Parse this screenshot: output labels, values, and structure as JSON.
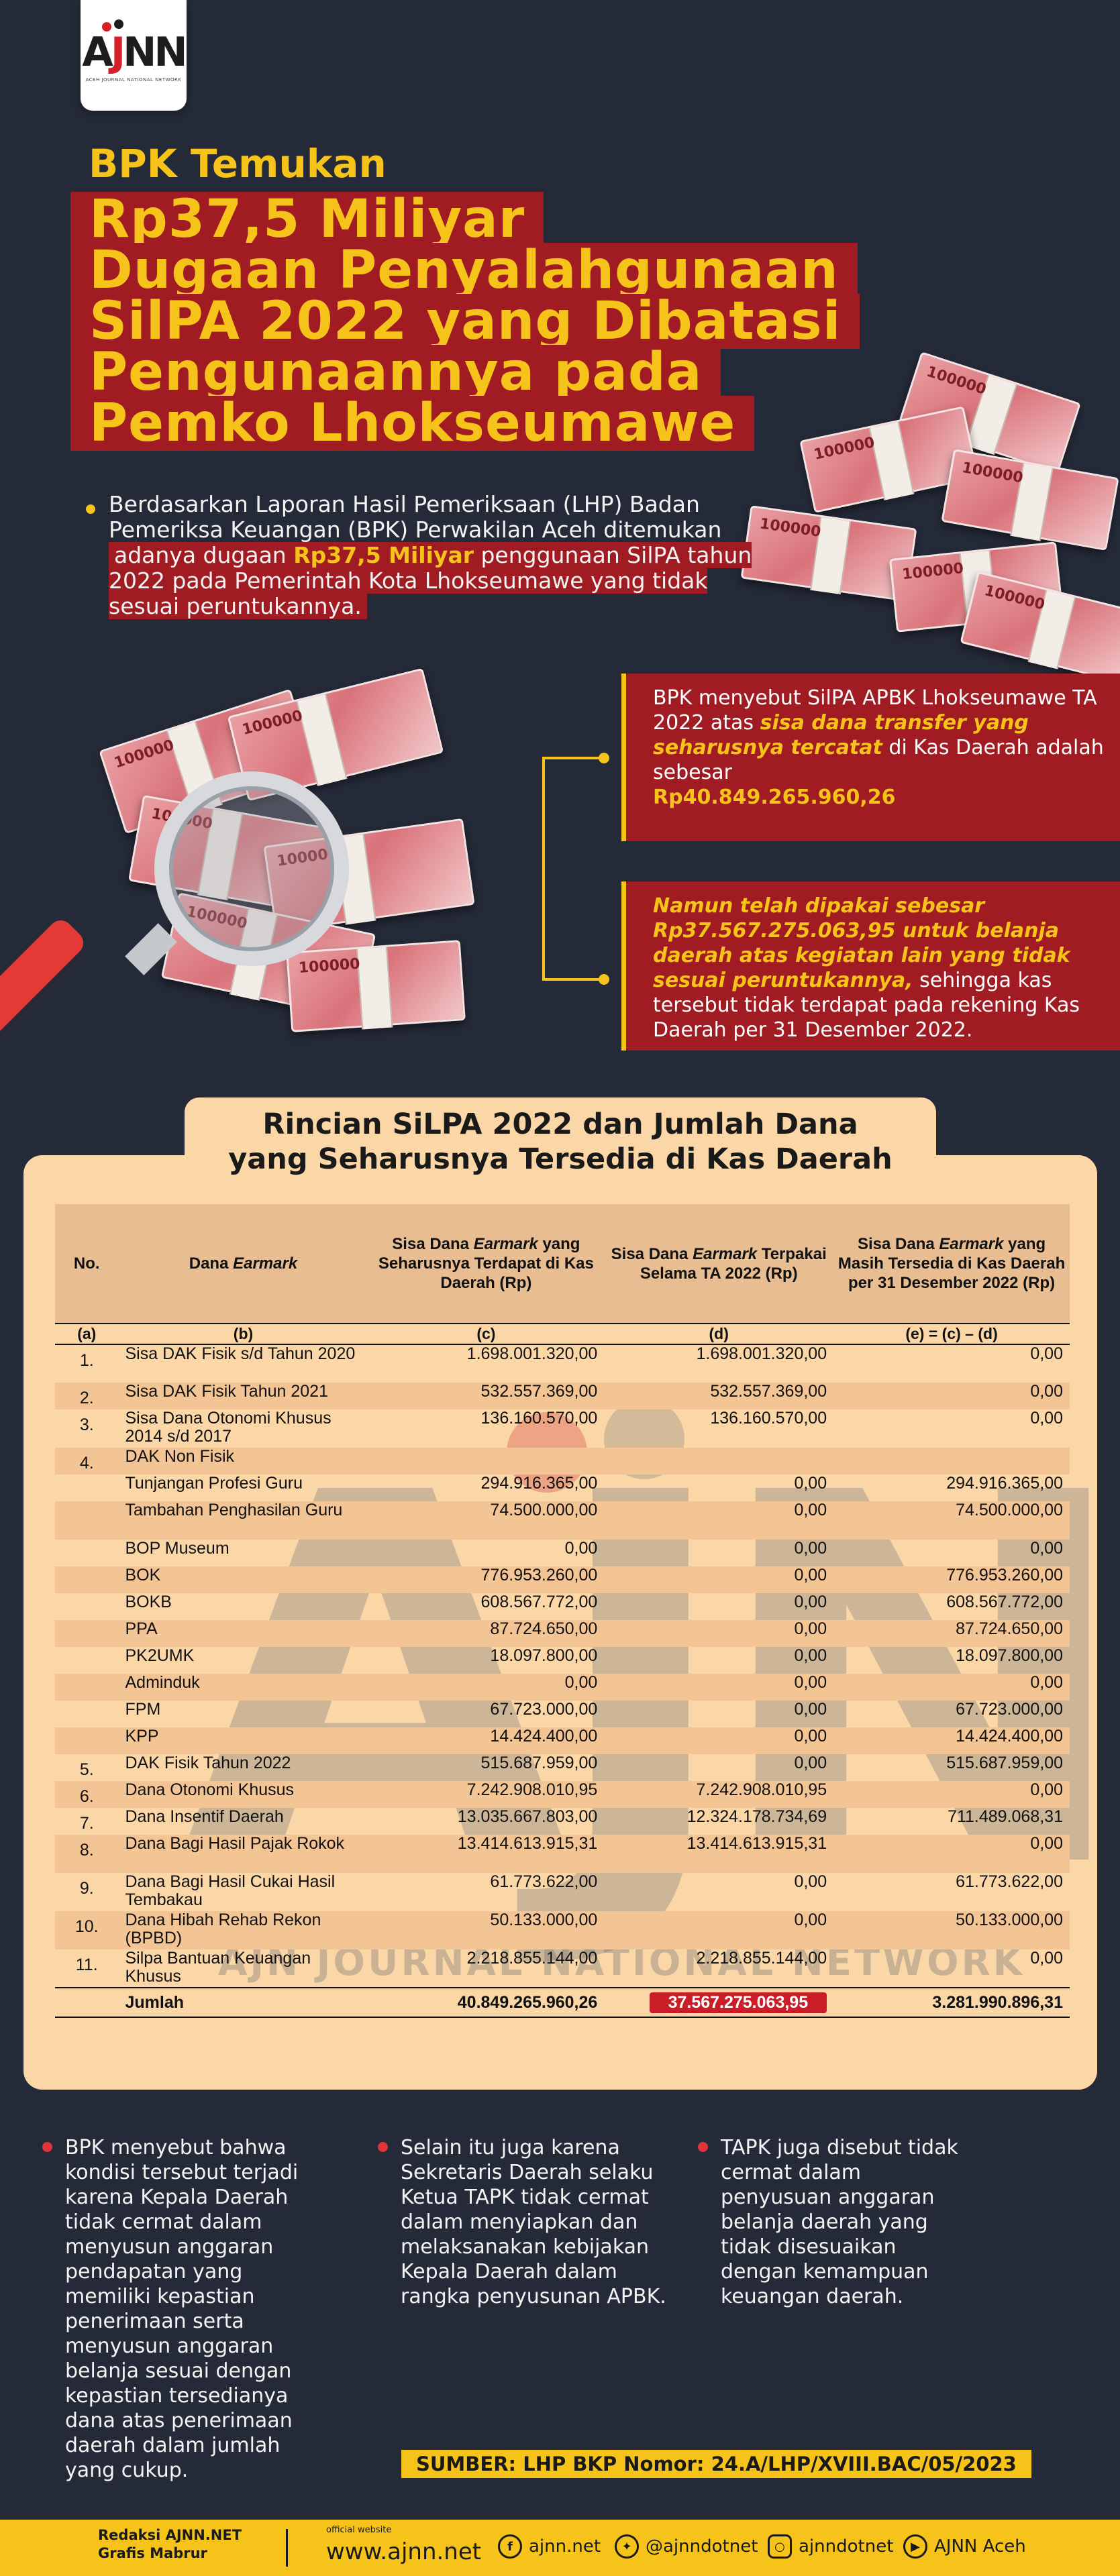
{
  "logo": {
    "text_a": "A",
    "text_j": "J",
    "text_nn": "NN",
    "tagline": "ACEH JOURNAL NATIONAL NETWORK"
  },
  "title": {
    "kicker": "BPK Temukan",
    "lines": [
      "Rp37,5 Miliyar",
      "Dugaan Penyalahgunaan",
      "SilPA 2022 yang Dibatasi",
      "Pengunaannya pada",
      "Pemko Lhokseumawe"
    ]
  },
  "intro": {
    "part1": "Berdasarkan Laporan Hasil Pemeriksaan (LHP) Badan Pemeriksa Keuangan (BPK) Perwakilan Aceh ditemukan",
    "part2": "adanya dugaan ",
    "amount": "Rp37,5 Miliyar",
    "part3": " penggunaan SilPA tahun 2022 pada Pemerintah Kota Lhokseumawe yang tidak sesuai peruntukannya."
  },
  "box1": {
    "text1": "BPK menyebut SilPA APBK Lhokseumawe TA 2022 atas",
    "highlight": "sisa dana transfer yang seharusnya tercatat",
    "text2": " di Kas Daerah adalah sebesar",
    "amount": "Rp40.849.265.960,26"
  },
  "box2": {
    "highlight": "Namun telah dipakai sebesar Rp37.567.275.063,95  untuk belanja daerah atas kegiatan lain yang tidak sesuai peruntukannya,",
    "text": " sehingga kas tersebut tidak terdapat pada rekening Kas Daerah per 31 Desember 2022."
  },
  "table": {
    "title_line1": "Rincian SiLPA 2022 dan Jumlah Dana",
    "title_line2": "yang Seharusnya Tersedia di Kas Daerah",
    "headers": {
      "no": "No.",
      "dana": "Dana Earmark",
      "c": "Sisa Dana Earmark yang Seharusnya Terdapat di Kas Daerah (Rp)",
      "d": "Sisa Dana Earmark Terpakai Selama TA 2022 (Rp)",
      "e": "Sisa Dana Earmark yang Masih Tersedia di Kas Daerah per 31 Desember 2022 (Rp)"
    },
    "sub": [
      "(a)",
      "(b)",
      "(c)",
      "(d)",
      "(e) = (c) – (d)"
    ],
    "rows": [
      {
        "no": "1.",
        "desc": "Sisa DAK Fisik s/d Tahun 2020",
        "c": "1.698.001.320,00",
        "d": "1.698.001.320,00",
        "e": "0,00"
      },
      {
        "no": "2.",
        "desc": "Sisa DAK Fisik Tahun 2021",
        "c": "532.557.369,00",
        "d": "532.557.369,00",
        "e": "0,00"
      },
      {
        "no": "3.",
        "desc": "Sisa Dana Otonomi Khusus 2014 s/d 2017",
        "c": "136.160.570,00",
        "d": "136.160.570,00",
        "e": "0,00"
      },
      {
        "no": "4.",
        "desc": "DAK Non Fisik",
        "c": "",
        "d": "",
        "e": ""
      },
      {
        "no": "",
        "desc": "Tunjangan Profesi Guru",
        "c": "294.916.365,00",
        "d": "0,00",
        "e": "294.916.365,00"
      },
      {
        "no": "",
        "desc": "Tambahan Penghasilan Guru",
        "c": "74.500.000,00",
        "d": "0,00",
        "e": "74.500.000,00"
      },
      {
        "no": "",
        "desc": "BOP Museum",
        "c": "0,00",
        "d": "0,00",
        "e": "0,00"
      },
      {
        "no": "",
        "desc": "BOK",
        "c": "776.953.260,00",
        "d": "0,00",
        "e": "776.953.260,00"
      },
      {
        "no": "",
        "desc": "BOKB",
        "c": "608.567.772,00",
        "d": "0,00",
        "e": "608.567.772,00"
      },
      {
        "no": "",
        "desc": "PPA",
        "c": "87.724.650,00",
        "d": "0,00",
        "e": "87.724.650,00"
      },
      {
        "no": "",
        "desc": "PK2UMK",
        "c": "18.097.800,00",
        "d": "0,00",
        "e": "18.097.800,00"
      },
      {
        "no": "",
        "desc": "Adminduk",
        "c": "0,00",
        "d": "0,00",
        "e": "0,00"
      },
      {
        "no": "",
        "desc": "FPM",
        "c": "67.723.000,00",
        "d": "0,00",
        "e": "67.723.000,00"
      },
      {
        "no": "",
        "desc": "KPP",
        "c": "14.424.400,00",
        "d": "0,00",
        "e": "14.424.400,00"
      },
      {
        "no": "5.",
        "desc": "DAK Fisik Tahun 2022",
        "c": "515.687.959,00",
        "d": "0,00",
        "e": "515.687.959,00"
      },
      {
        "no": "6.",
        "desc": "Dana Otonomi Khusus",
        "c": "7.242.908.010,95",
        "d": "7.242.908.010,95",
        "e": "0,00"
      },
      {
        "no": "7.",
        "desc": "Dana Insentif Daerah",
        "c": "13.035.667.803,00",
        "d": "12.324.178.734,69",
        "e": "711.489.068,31"
      },
      {
        "no": "8.",
        "desc": "Dana Bagi Hasil Pajak Rokok",
        "c": "13.414.613.915,31",
        "d": "13.414.613.915,31",
        "e": "0,00"
      },
      {
        "no": "9.",
        "desc": "Dana Bagi Hasil Cukai Hasil Tembakau",
        "c": "61.773.622,00",
        "d": "0,00",
        "e": "61.773.622,00"
      },
      {
        "no": "10.",
        "desc": "Dana Hibah Rehab Rekon (BPBD)",
        "c": "50.133.000,00",
        "d": "0,00",
        "e": "50.133.000,00"
      },
      {
        "no": "11.",
        "desc": "Silpa Bantuan Keuangan Khusus",
        "c": "2.218.855.144,00",
        "d": "2.218.855.144,00",
        "e": "0,00"
      }
    ],
    "total": {
      "label": "Jumlah",
      "c": "40.849.265.960,26",
      "d": "37.567.275.063,95",
      "e": "3.281.990.896,31"
    }
  },
  "watermark": {
    "letters": "AJN",
    "text": "AJN JOURNAL     NATIONAL NETWORK"
  },
  "bullets": [
    "BPK menyebut bahwa kondisi tersebut terjadi karena Kepala Daerah tidak cermat dalam menyusun anggaran pendapatan yang memiliki kepastian penerimaan serta menyusun anggaran belanja sesuai dengan kepastian tersedianya dana atas penerimaan daerah dalam jumlah yang cukup.",
    "Selain itu juga karena Sekretaris Daerah selaku Ketua TAPK tidak cermat dalam menyiapkan dan melaksanakan kebijakan Kepala Daerah dalam rangka penyusunan APBK.",
    "TAPK juga disebut tidak cermat dalam penyusuan anggaran belanja daerah yang tidak disesuaikan dengan kemampuan keuangan daerah."
  ],
  "source": "SUMBER: LHP BKP Nomor: 24.A/LHP/XVIII.BAC/05/2023",
  "footer": {
    "redaksi": "Redaksi AJNN.NET",
    "grafis": "Grafis Mabrur",
    "official": "official website",
    "site": "www.ajnn.net",
    "facebook": "ajnn.net",
    "twitter": "@ajnndotnet",
    "instagram": "ajnndotnet",
    "youtube": "AJNN Aceh"
  },
  "colors": {
    "background": "#252a38",
    "accent_yellow": "#f6c31b",
    "accent_red": "#a01c22",
    "panel": "#fbd7a8"
  }
}
